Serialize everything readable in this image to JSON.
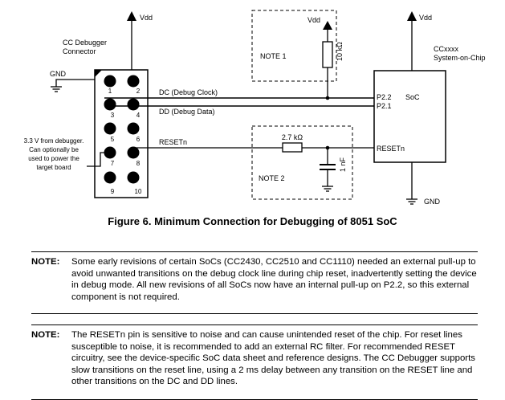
{
  "debugger": {
    "title_line1": "CC Debugger",
    "title_line2": "Connector",
    "pins": [
      "1",
      "2",
      "3",
      "4",
      "5",
      "6",
      "7",
      "8",
      "9",
      "10"
    ],
    "supply": "Vdd",
    "gnd": "GND",
    "power_note": [
      "3.3 V from debugger.",
      "Can optionally be",
      "used to power the",
      "target board"
    ]
  },
  "signals": {
    "dc": "DC (Debug Clock)",
    "dd": "DD (Debug Data)",
    "reset": "RESETn"
  },
  "note_boxes": {
    "note1": "NOTE 1",
    "note2": "NOTE 2",
    "vdd": "Vdd",
    "resistor_pullup": "10 kΩ",
    "resistor_series": "2.7 kΩ",
    "capacitor": "1 nF"
  },
  "soc": {
    "title_line1": "CCxxxx",
    "title_line2": "System-on-Chip",
    "supply": "Vdd",
    "label": "SoC",
    "pin_p22": "P2.2",
    "pin_p21": "P2.1",
    "pin_reset": "RESETn",
    "gnd": "GND"
  },
  "caption": "Figure 6. Minimum Connection for Debugging of 8051 SoC",
  "notes": [
    {
      "label": "NOTE:",
      "text": "Some early revisions of certain SoCs (CC2430, CC2510 and CC1110) needed an external pull-up to avoid unwanted transitions on the debug clock line during chip reset, inadvertently setting the device in debug mode. All new revisions of all SoCs now have an internal pull-up on P2.2, so this external component is not required."
    },
    {
      "label": "NOTE:",
      "text": "The RESETn pin is sensitive to noise and can cause unintended reset of the chip. For reset lines susceptible to noise, it is recommended to add an external RC filter. For recommended RESET circuitry, see the device-specific SoC data sheet and reference designs. The CC Debugger supports slow transitions on the reset line, using a 2 ms delay between any transition on the RESET line and other transitions on the DC and DD lines."
    }
  ]
}
